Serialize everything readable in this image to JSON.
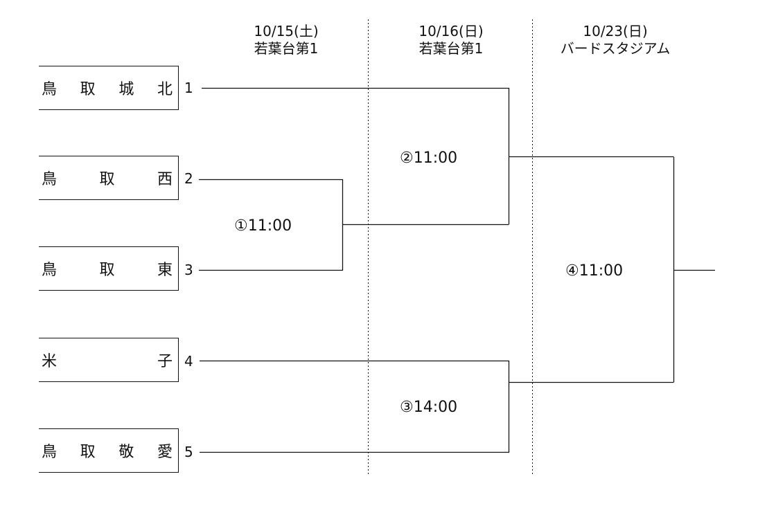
{
  "rounds": [
    {
      "date": "10/15(土)",
      "venue": "若葉台第1"
    },
    {
      "date": "10/16(日)",
      "venue": "若葉台第1"
    },
    {
      "date": "10/23(日)",
      "venue": "バードスタジアム"
    }
  ],
  "teams": [
    {
      "seed": "1",
      "chars": [
        "鳥",
        "取",
        "城",
        "北"
      ]
    },
    {
      "seed": "2",
      "chars": [
        "鳥",
        "取",
        "西"
      ]
    },
    {
      "seed": "3",
      "chars": [
        "鳥",
        "取",
        "東"
      ]
    },
    {
      "seed": "4",
      "chars": [
        "米",
        "子"
      ]
    },
    {
      "seed": "5",
      "chars": [
        "鳥",
        "取",
        "敬",
        "愛"
      ]
    }
  ],
  "matches": [
    {
      "label": "①11:00"
    },
    {
      "label": "②11:00"
    },
    {
      "label": "③14:00"
    },
    {
      "label": "④11:00"
    }
  ]
}
